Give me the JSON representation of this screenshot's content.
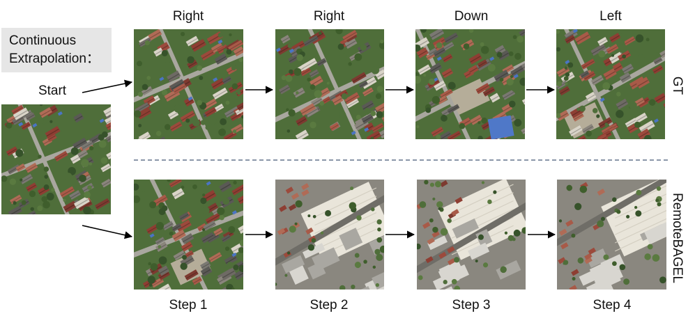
{
  "caption": {
    "line1": "Continuous",
    "line2": "Extrapolation："
  },
  "start_label": "Start",
  "directions": [
    "Right",
    "Right",
    "Down",
    "Left"
  ],
  "steps": [
    "Step 1",
    "Step 2",
    "Step 3",
    "Step 4"
  ],
  "row_labels": {
    "gt": "GT",
    "model": "RemoteBAGEL"
  },
  "colors": {
    "vegetation": "#4f6e3a",
    "roof_red": "#9c4a3c",
    "roof_white": "#e9e5da",
    "road": "#a9a79f",
    "separator": "#8a96a8"
  },
  "images": [
    {
      "name": "start-aerial-image",
      "kind": "residential"
    },
    {
      "name": "gt-step1-aerial-image",
      "kind": "residential"
    },
    {
      "name": "gt-step2-aerial-image",
      "kind": "residential"
    },
    {
      "name": "gt-step3-aerial-image",
      "kind": "residential"
    },
    {
      "name": "gt-step4-aerial-image",
      "kind": "residential"
    },
    {
      "name": "pred-step1-aerial-image",
      "kind": "residential"
    },
    {
      "name": "pred-step2-aerial-image",
      "kind": "industrial"
    },
    {
      "name": "pred-step3-aerial-image",
      "kind": "industrial"
    },
    {
      "name": "pred-step4-aerial-image",
      "kind": "industrial"
    }
  ]
}
